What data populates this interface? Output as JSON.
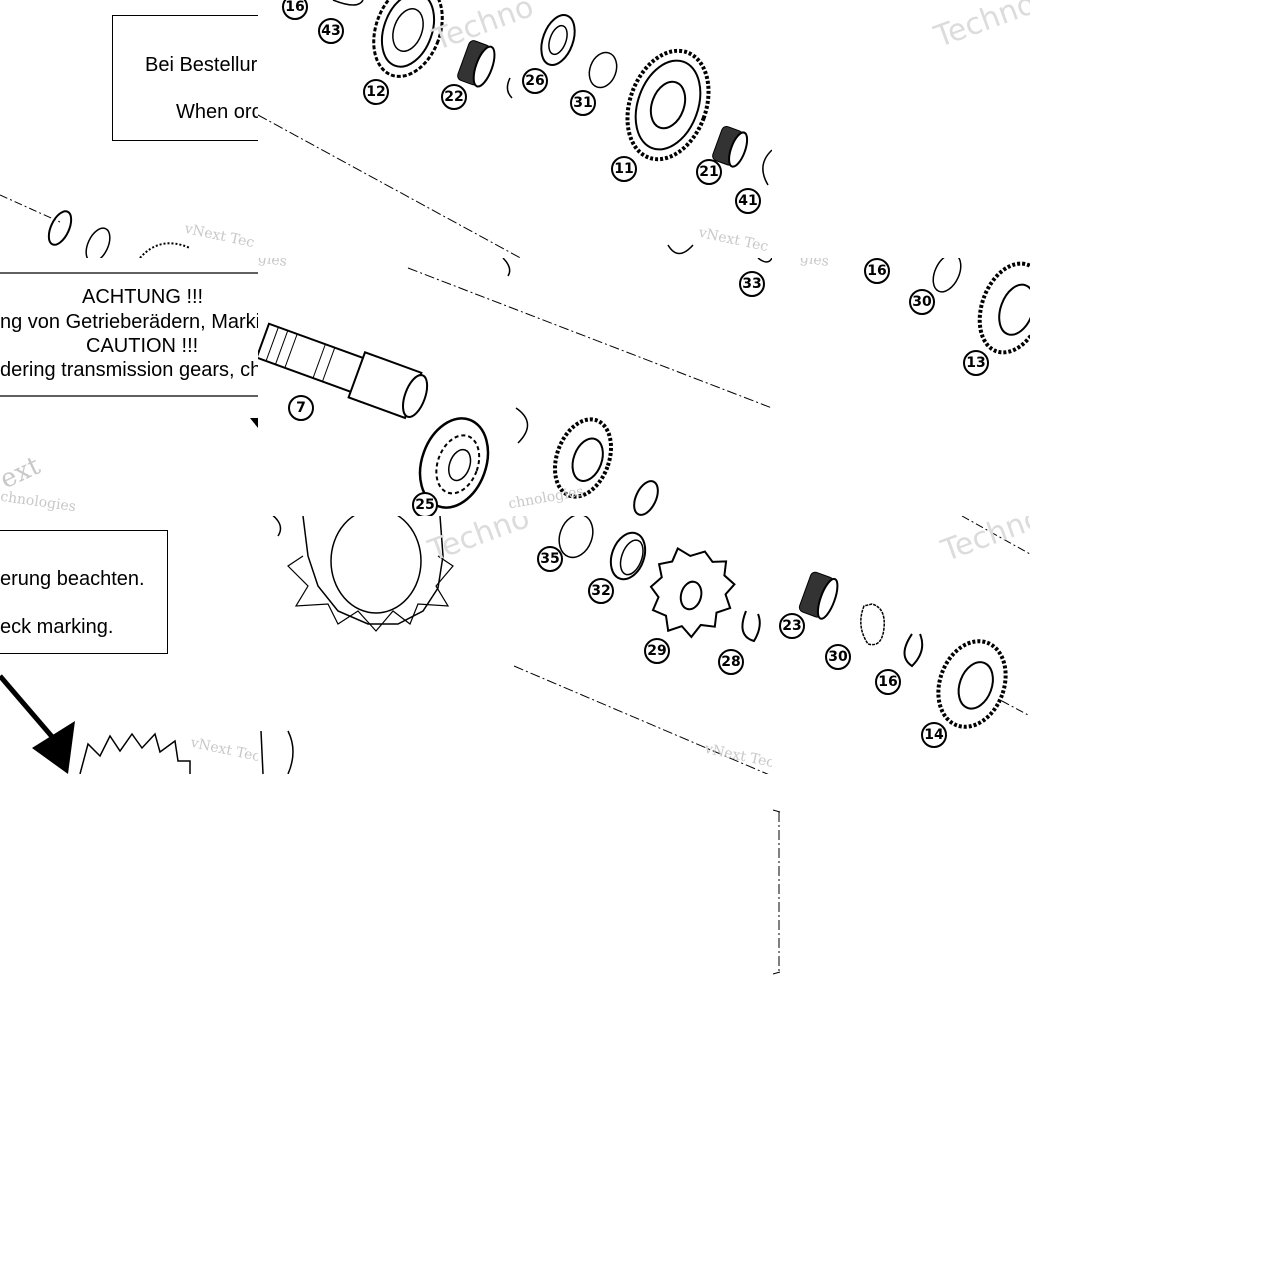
{
  "notes": {
    "order_de": "Bei Bestellur",
    "order_en": "When ord",
    "achtung": "ACHTUNG !!!",
    "achtung_text": "ng von Getrieberädern, Markie",
    "caution": "CAUTION !!!",
    "caution_text": "dering transmission gears, che",
    "marking_de": "erung beachten.",
    "marking_en": "eck marking."
  },
  "watermarks": {
    "brand_a": "vNext Tec",
    "brand_b": "Techno",
    "brand_c": "chnologies",
    "brand_d": "gies",
    "brand_e": "ext"
  },
  "callouts": {
    "c7": "7",
    "c11": "11",
    "c12": "12",
    "c13": "13",
    "c14": "14",
    "c16a": "16",
    "c16b": "16",
    "c16c": "16",
    "c21": "21",
    "c22": "22",
    "c23": "23",
    "c25": "25",
    "c26": "26",
    "c28": "28",
    "c29": "29",
    "c30a": "30",
    "c30b": "30",
    "c31": "31",
    "c32": "32",
    "c33": "33",
    "c35": "35",
    "c41": "41",
    "c43": "43"
  }
}
